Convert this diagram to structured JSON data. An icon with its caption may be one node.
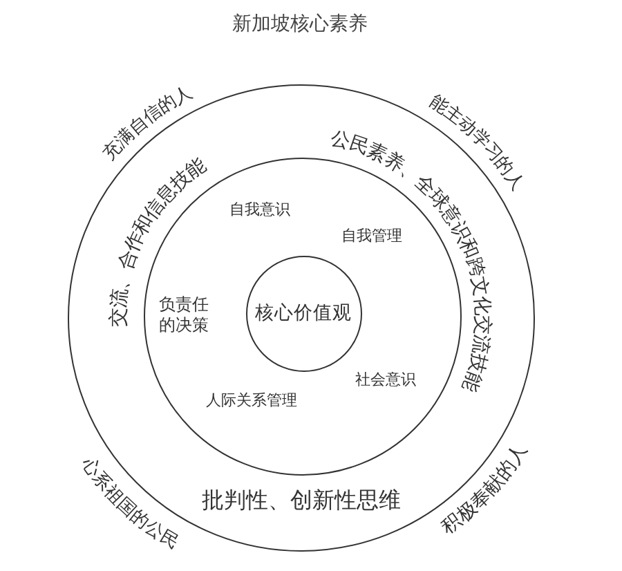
{
  "diagram": {
    "title": "新加坡核心素养",
    "nodes": [
      {
        "text": [],
        "shape": "circle"
      },
      {
        "text": [
          "自我意识",
          "自我管理",
          "负责任的决策",
          "社会意识",
          "人际关系管理"
        ],
        "in": 0
      },
      {
        "text": [
          "核心价值观"
        ],
        "in": 1
      }
    ],
    "labels": [
      "充满自信的人",
      "能主动学习的人",
      "交流、合作和信息技能",
      "公民素养、全球意识和跨文化交流技能",
      "批判性、创新性思维",
      "心系祖国的公民",
      "积极奉献的人"
    ]
  }
}
